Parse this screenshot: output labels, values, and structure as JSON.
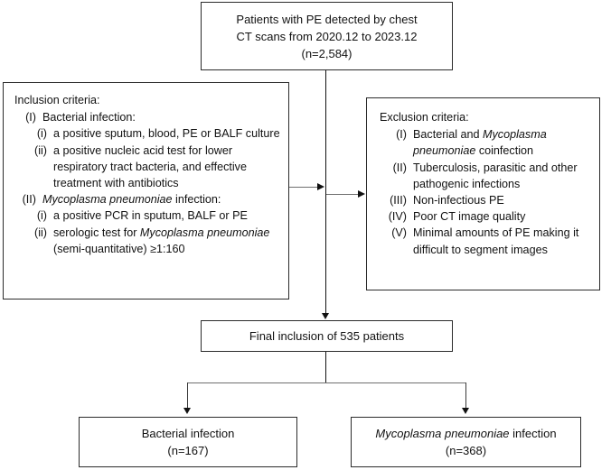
{
  "diagram": {
    "title": "Study population flowchart",
    "colors": {
      "box_border": "#2b2b2b",
      "connector": "#6e6e6e",
      "arrow": "#111111",
      "background": "#ffffff",
      "text": "#111111"
    },
    "top_box": {
      "line1": "Patients with PE detected by chest",
      "line2": "CT scans from 2020.12 to 2023.12",
      "line3": "(n=2,584)"
    },
    "inclusion": {
      "heading": "Inclusion criteria:",
      "items": [
        {
          "marker": "(I)",
          "level": 1,
          "text": "Bacterial infection:",
          "italic_prefix": ""
        },
        {
          "marker": "(i)",
          "level": 2,
          "text": "a positive sputum, blood, PE or BALF culture"
        },
        {
          "marker": "(ii)",
          "level": 2,
          "text": "a positive nucleic acid test for lower respiratory tract bacteria, and effective treatment with antibiotics"
        },
        {
          "marker": "(II)",
          "level": 1,
          "italic_prefix": "Mycoplasma pneumoniae",
          "text": " infection:"
        },
        {
          "marker": "(i)",
          "level": 2,
          "text": "a positive PCR in sputum, BALF or PE"
        },
        {
          "marker": "(ii)",
          "level": 2,
          "text": "serologic test for ",
          "italic_mid": "Mycoplasma pneumoniae",
          "text_tail": " (semi-quantitative) ≥1:160"
        }
      ]
    },
    "exclusion": {
      "heading": "Exclusion criteria:",
      "items": [
        {
          "marker": "(I)",
          "text": "Bacterial and ",
          "italic_mid": "Mycoplasma pneumoniae",
          "text_tail": " coinfection"
        },
        {
          "marker": "(II)",
          "text": "Tuberculosis, parasitic and other pathogenic infections"
        },
        {
          "marker": "(III)",
          "text": "Non-infectious PE"
        },
        {
          "marker": "(IV)",
          "text": "Poor CT image quality"
        },
        {
          "marker": "(V)",
          "text": "Minimal amounts of PE making it difficult to segment images"
        }
      ]
    },
    "final_box": {
      "line1": "Final inclusion of 535 patients"
    },
    "outcome_left": {
      "line1": "Bacterial infection",
      "line2": "(n=167)"
    },
    "outcome_right": {
      "line1_italic": "Mycoplasma pneumoniae",
      "line1_rest": " infection",
      "line2": "(n=368)"
    }
  }
}
